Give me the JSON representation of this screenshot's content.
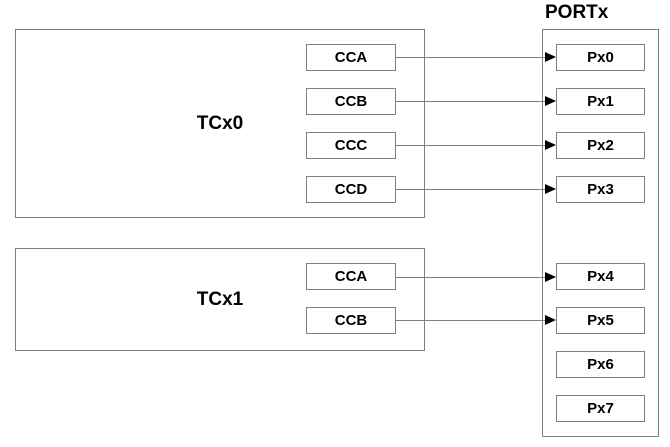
{
  "port": {
    "title": "PORTx",
    "pins": [
      "Px0",
      "Px1",
      "Px2",
      "Px3",
      "Px4",
      "Px5",
      "Px6",
      "Px7"
    ]
  },
  "timers": [
    {
      "title": "TCx0",
      "channels": [
        "CCA",
        "CCB",
        "CCC",
        "CCD"
      ]
    },
    {
      "title": "TCx1",
      "channels": [
        "CCA",
        "CCB"
      ]
    }
  ],
  "connections": [
    {
      "from": "TCx0.CCA",
      "to": "Px0"
    },
    {
      "from": "TCx0.CCB",
      "to": "Px1"
    },
    {
      "from": "TCx0.CCC",
      "to": "Px2"
    },
    {
      "from": "TCx0.CCD",
      "to": "Px3"
    },
    {
      "from": "TCx1.CCA",
      "to": "Px4"
    },
    {
      "from": "TCx1.CCB",
      "to": "Px5"
    }
  ],
  "colors": {
    "background": "#ffffff",
    "box_border": "#808080",
    "connector_line": "#808080",
    "arrowhead": "#000000",
    "text": "#000000"
  }
}
